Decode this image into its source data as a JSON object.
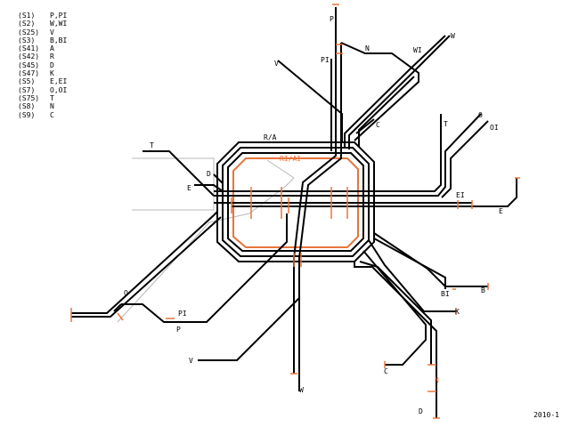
{
  "legend": [
    {
      "line": "(S1)",
      "branches": "P,PI"
    },
    {
      "line": "(S2)",
      "branches": "W,WI"
    },
    {
      "line": "(S25)",
      "branches": "V"
    },
    {
      "line": "(S3)",
      "branches": "B,BI"
    },
    {
      "line": "(S41)",
      "branches": "A"
    },
    {
      "line": "(S42)",
      "branches": "R"
    },
    {
      "line": "(S45)",
      "branches": "D"
    },
    {
      "line": "(S47)",
      "branches": "K"
    },
    {
      "line": "(S5)",
      "branches": "E,EI"
    },
    {
      "line": "(S7)",
      "branches": "O,OI"
    },
    {
      "line": "(S75)",
      "branches": "T"
    },
    {
      "line": "(S8)",
      "branches": "N"
    },
    {
      "line": "(S9)",
      "branches": "C"
    }
  ],
  "terminal_labels": {
    "p": "P",
    "pi": "PI",
    "n": "N",
    "wi": "WI",
    "w": "W",
    "v_north": "V",
    "c_north": "C",
    "t_east": "T",
    "o": "O",
    "oi": "OI",
    "t_west": "T",
    "ring": "R/A",
    "ring_inner": "RI/AI",
    "d_ring": "D",
    "e_west": "E",
    "ei": "EI",
    "e_east": "E",
    "o_west": "O",
    "pi_south": "PI",
    "p_south": "P",
    "bi": "BI",
    "b": "B",
    "k": "K",
    "v_south": "V",
    "c_south": "C",
    "n_south": "N",
    "d_south": "D",
    "w_south": "W"
  },
  "colors": {
    "track": "#000000",
    "highlight": "#e8743b",
    "ghost": "#b8b8b8"
  },
  "footer": {
    "year": "2010-1"
  }
}
